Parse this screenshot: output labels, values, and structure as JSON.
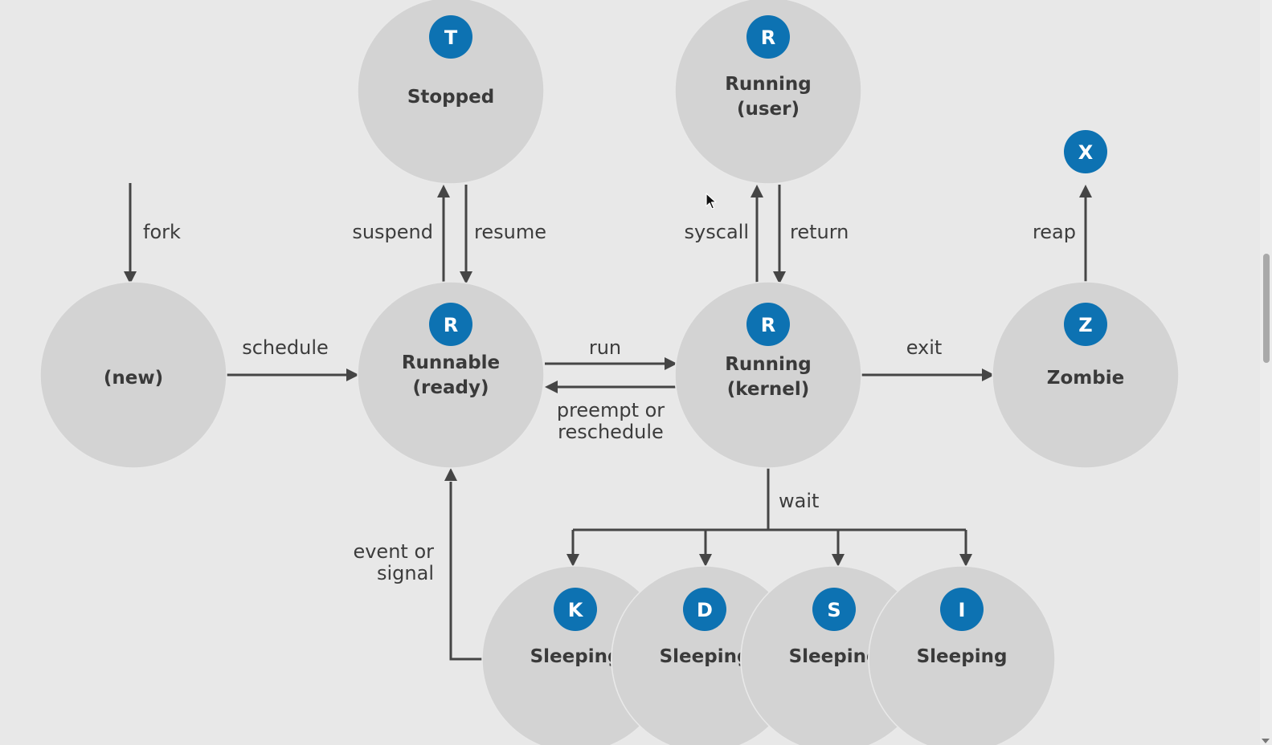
{
  "states": {
    "new": {
      "label": [
        "(new)"
      ]
    },
    "stopped": {
      "badge": "T",
      "label": [
        "Stopped"
      ]
    },
    "running_user": {
      "badge": "R",
      "label": [
        "Running",
        "(user)"
      ]
    },
    "runnable": {
      "badge": "R",
      "label": [
        "Runnable",
        "(ready)"
      ]
    },
    "running_kernel": {
      "badge": "R",
      "label": [
        "Running",
        "(kernel)"
      ]
    },
    "zombie": {
      "badge": "Z",
      "label": [
        "Zombie"
      ]
    },
    "dead": {
      "badge": "X"
    },
    "sleeping_k": {
      "badge": "K",
      "label": [
        "Sleeping"
      ]
    },
    "sleeping_d": {
      "badge": "D",
      "label": [
        "Sleeping"
      ]
    },
    "sleeping_s": {
      "badge": "S",
      "label": [
        "Sleeping"
      ]
    },
    "sleeping_i": {
      "badge": "I",
      "label": [
        "Sleeping"
      ]
    }
  },
  "transitions": {
    "fork": [
      "fork"
    ],
    "schedule": [
      "schedule"
    ],
    "suspend": [
      "suspend"
    ],
    "resume": [
      "resume"
    ],
    "syscall": [
      "syscall"
    ],
    "return": [
      "return"
    ],
    "run": [
      "run"
    ],
    "preempt": [
      "preempt or",
      "reschedule"
    ],
    "exit": [
      "exit"
    ],
    "reap": [
      "reap"
    ],
    "wait": [
      "wait"
    ],
    "event": [
      "event or",
      "signal"
    ]
  },
  "colors": {
    "background": "#e8e8e8",
    "state_fill": "#d3d3d3",
    "badge_fill": "#0d72b2",
    "badge_text": "#ffffff",
    "text": "#3a3a3a",
    "arrow": "#454545"
  },
  "icons": {
    "cursor": "mouse-pointer-icon"
  }
}
